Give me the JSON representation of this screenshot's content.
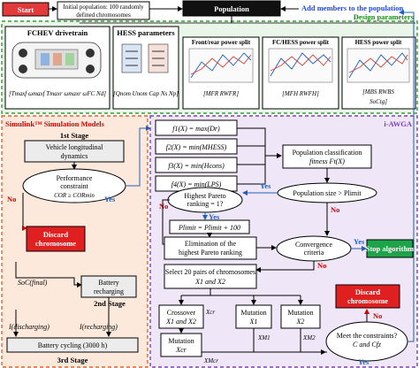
{
  "top": {
    "start": "Start",
    "init_line1": "Initial population: 100 randomly",
    "init_line2": "defined chromosomes",
    "population": "Population",
    "add_members": "Add members to the population"
  },
  "regions": {
    "design_parameters": "Design parameters",
    "simulink": "Simulink™ Simulation Models",
    "iawga": "i-AWGA"
  },
  "panels": {
    "fchev": {
      "title": "FCHEV drivetrain",
      "params": "[Tmaxf ωmaxf Tmaxr ωmaxr ωFC Nd]"
    },
    "hess": {
      "title": "HESS parameters",
      "params": "[Qnom Unom Cap Ns Np]"
    },
    "split_fr": {
      "title": "Front/rear power split",
      "params": "[MFR RWFR]"
    },
    "split_fh": {
      "title": "FC/HESS power split",
      "params": "[MFH RWFH]"
    },
    "split_hess": {
      "title": "HESS power split",
      "params": "[MBS RWBS",
      "params2": "SoCtg]"
    }
  },
  "simulink": {
    "stage1": "1st Stage",
    "dynamics_line1": "Vehicle longitudinal",
    "dynamics_line2": "dynamics",
    "constraint_line1": "Performance",
    "constraint_line2": "constraint",
    "constraint_line3": "COR ≥ CORmin",
    "soc_final": "SoC(final)",
    "recharging_line1": "Battery",
    "recharging_line2": "recharging",
    "stage2": "2nd Stage",
    "i_discharging": "I(discharging)",
    "i_recharging": "I(recharging)",
    "cycling": "Battery cycling (3000 h)",
    "stage3": "3rd Stage"
  },
  "iawga": {
    "f1": "f1(X) = max(Dr)",
    "f2": "f2(X) = min(MHESS)",
    "f3": "f3(X) = min(Hcons)",
    "f4": "f4(X) = min(LPS)",
    "classification_line1": "Population classification",
    "classification_line2": "fitness Ft(X)",
    "pop_size": "Population size > Plimit",
    "pareto_line1": "Highest Pareto",
    "pareto_line2": "ranking = 1?",
    "plimit_update": "Plimit = Plimit + 100",
    "elim_line1": "Elimination of the",
    "elim_line2": "highest Pareto ranking",
    "conv_line1": "Convergence",
    "conv_line2": "criteria",
    "stop": "Stop algorithm",
    "select_line1": "Select 20 pairs of chromosomes",
    "select_line2": "X1 and X2",
    "crossover_line1": "Crossover",
    "crossover_line2": "X1 and X2",
    "xcr": "Xcr",
    "mutation": "Mutation",
    "mut_x1": "X1",
    "mut_x2": "X2",
    "mut_xcr": "Xcr",
    "xmcr": "XMcr",
    "xm1": "XM1",
    "xm2": "XM2",
    "meet_line1": "Meet the constraints?",
    "meet_line2": "C and Cfz"
  },
  "labels": {
    "yes": "Yes",
    "no": "No",
    "discard_line1": "Discard",
    "discard_line2": "chromosome"
  }
}
